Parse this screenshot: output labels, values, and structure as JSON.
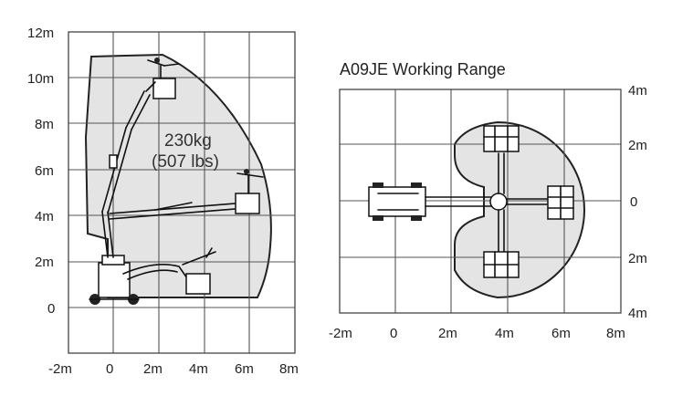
{
  "side_view": {
    "y_ticks": [
      "12m",
      "10m",
      "8m",
      "6m",
      "4m",
      "2m",
      "0"
    ],
    "x_ticks": [
      "-2m",
      "0",
      "2m",
      "4m",
      "6m",
      "8m"
    ],
    "load_weight": "230kg",
    "load_weight_imperial": "(507 lbs)"
  },
  "top_view": {
    "title": "A09JE Working Range",
    "y_ticks": [
      "4m",
      "2m",
      "0",
      "2m",
      "4m"
    ],
    "x_ticks": [
      "-2m",
      "0",
      "2m",
      "4m",
      "6m",
      "8m"
    ]
  }
}
